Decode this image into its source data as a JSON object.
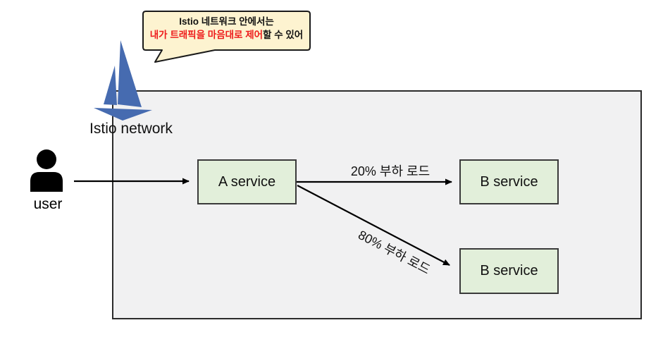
{
  "diagram": {
    "title_context": "Istio traffic routing diagram",
    "speech_bubble": {
      "line1": "Istio 네트워크 안에서는",
      "line2_red": "내가 트래픽을 마음대로 제어",
      "line2_black": "할 수 있어",
      "fill_color": "#fdf3d0",
      "border_color": "#1a1a1a",
      "red_text_color": "#ee1c1c"
    },
    "istio": {
      "label": "Istio network",
      "logo_icon": "istio-sailboat-icon",
      "logo_color": "#466bb0"
    },
    "network_box": {
      "fill_color": "#f1f1f2",
      "border_color": "#2b2b2b"
    },
    "user": {
      "label": "user",
      "icon": "person-icon",
      "color": "#000000"
    },
    "services": {
      "a": {
        "label": "A service"
      },
      "b1": {
        "label": "B service"
      },
      "b2": {
        "label": "B service"
      },
      "fill_color": "#e2efda",
      "border_color": "#3a3a3a"
    },
    "arrows": {
      "user_to_a": {
        "label": ""
      },
      "a_to_b1": {
        "label": "20% 부하 로드"
      },
      "a_to_b2": {
        "label": "80% 부하 로드"
      },
      "color": "#000000"
    }
  }
}
